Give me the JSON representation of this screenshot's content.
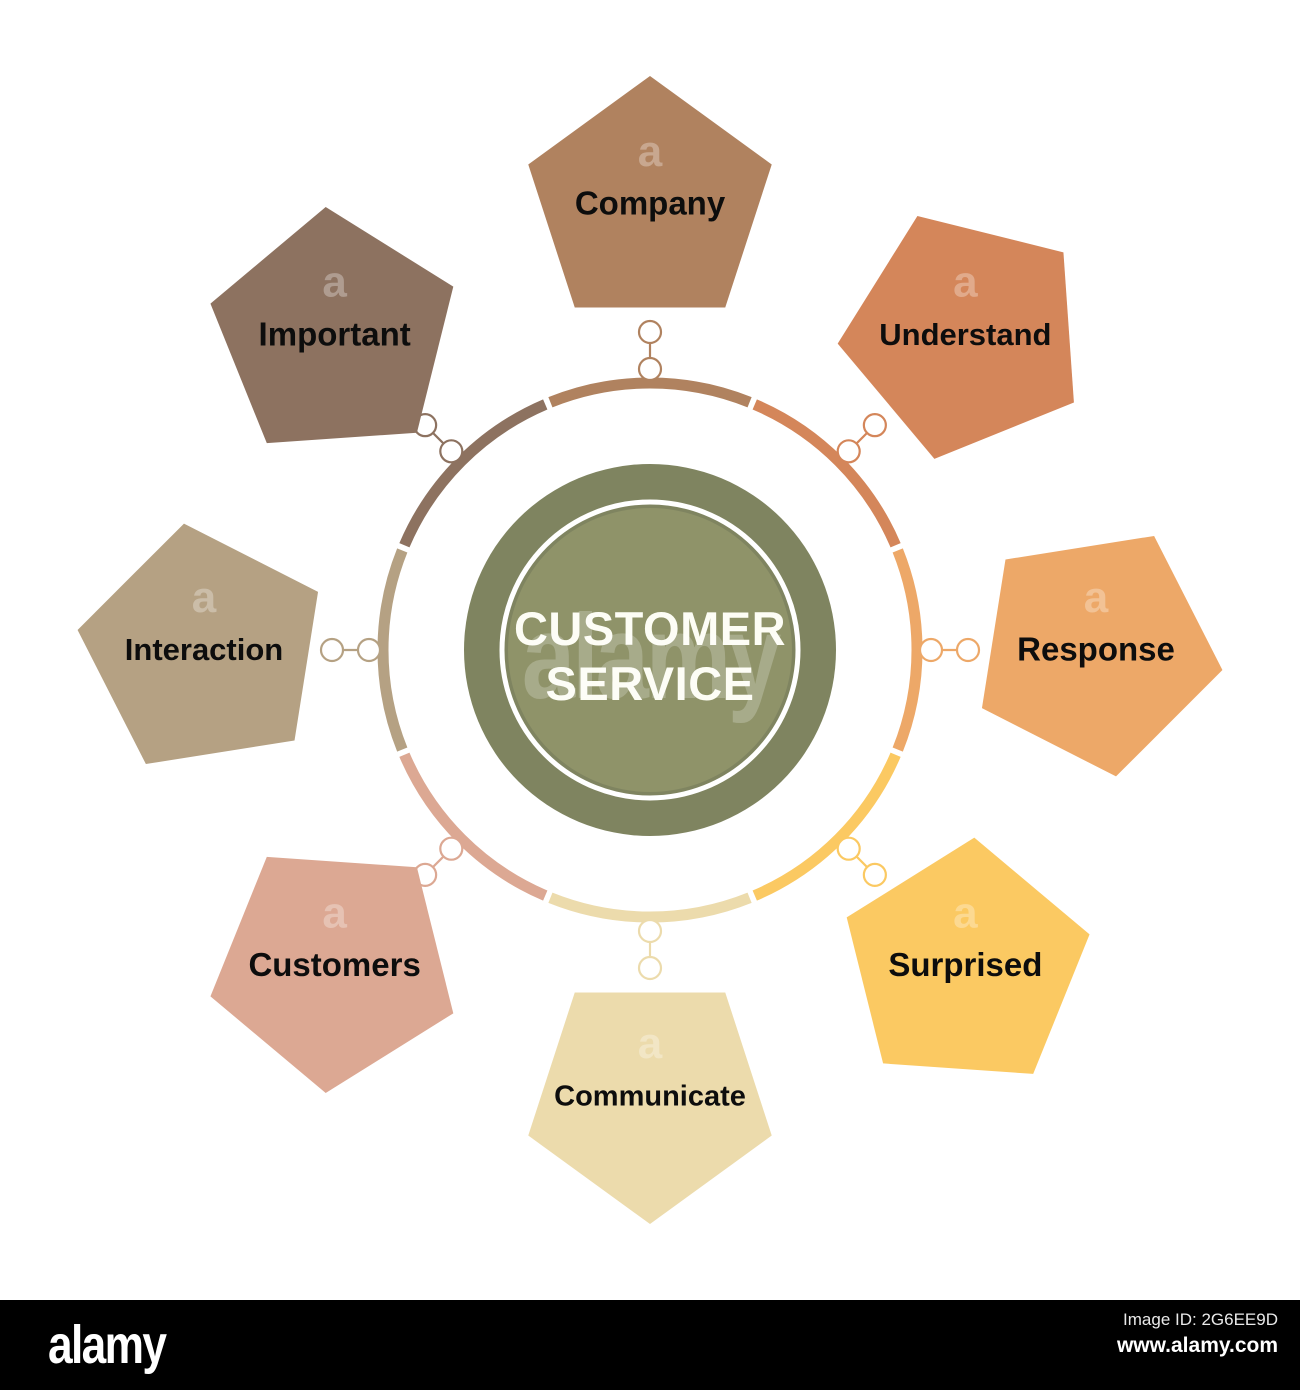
{
  "diagram": {
    "center": {
      "line1": "CUSTOMER",
      "line2": "SERVICE",
      "outer_ring_color": "#7f8460",
      "inner_circle_color": "#8f9369",
      "text_color": "#fdfdf5"
    },
    "nodes": [
      {
        "label": "Company",
        "color": "#b0825f",
        "angle_deg": -90,
        "rotation_deg": 0,
        "font_size": 33
      },
      {
        "label": "Understand",
        "color": "#d4865a",
        "angle_deg": -45,
        "rotation_deg": -22,
        "font_size": 31
      },
      {
        "label": "Response",
        "color": "#eda868",
        "angle_deg": 0,
        "rotation_deg": -45,
        "font_size": 33
      },
      {
        "label": "Surprised",
        "color": "#fbc962",
        "angle_deg": 45,
        "rotation_deg": -68,
        "font_size": 33
      },
      {
        "label": "Communicate",
        "color": "#ecdbac",
        "angle_deg": 90,
        "rotation_deg": 180,
        "font_size": 29
      },
      {
        "label": "Customers",
        "color": "#dca893",
        "angle_deg": 135,
        "rotation_deg": 112,
        "font_size": 33
      },
      {
        "label": "Interaction",
        "color": "#b5a183",
        "angle_deg": 180,
        "rotation_deg": 135,
        "font_size": 31
      },
      {
        "label": "Important",
        "color": "#8d7260",
        "angle_deg": -135,
        "rotation_deg": 68,
        "font_size": 33
      }
    ]
  },
  "watermark": {
    "tile_text": "alamy",
    "letter": "a"
  },
  "footer": {
    "logo": "alamy",
    "image_id": "Image ID: 2G6EE9D",
    "url": "www.alamy.com",
    "background": "#000000"
  }
}
